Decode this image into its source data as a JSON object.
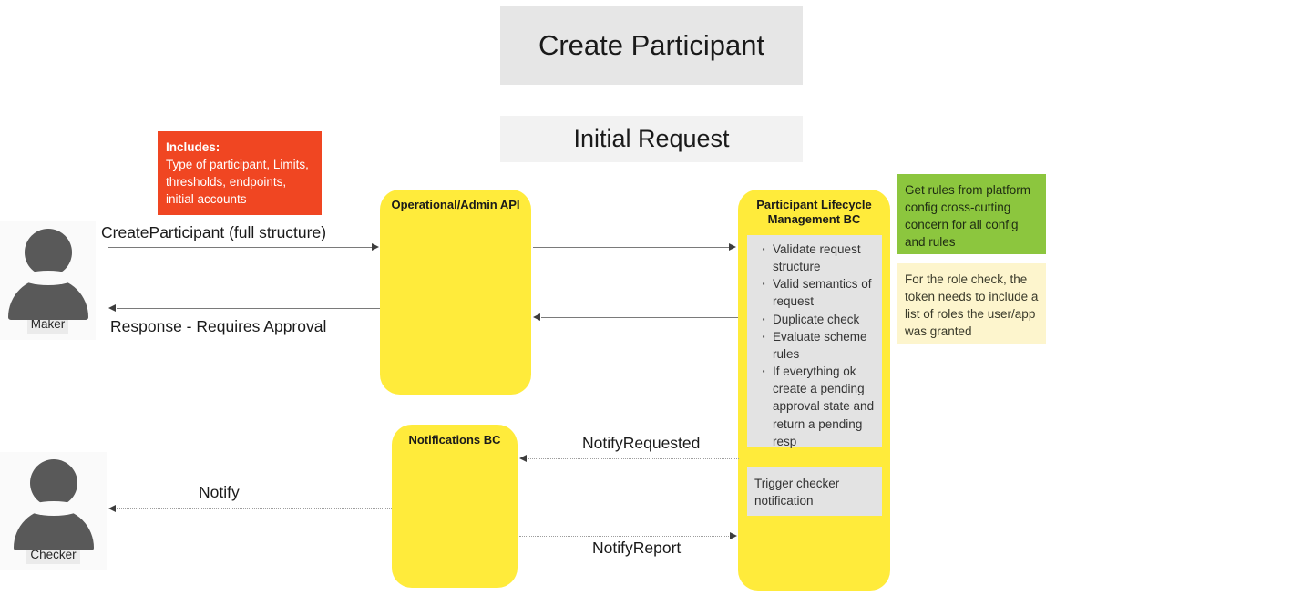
{
  "titles": {
    "main": "Create Participant",
    "sub": "Initial Request"
  },
  "actors": [
    {
      "name": "Maker",
      "icon": "person-icon"
    },
    {
      "name": "Checker",
      "icon": "person-icon"
    }
  ],
  "lifelines": {
    "api": {
      "title": "Operational/Admin API"
    },
    "plm": {
      "title": "Participant Lifecycle Management BC"
    },
    "notifications": {
      "title": "Notifications BC"
    }
  },
  "plm_checklist": [
    "Validate request structure",
    "Valid semantics of request",
    "Duplicate check",
    "Evaluate scheme rules",
    "If everything ok create a pending approval state and return a pending resp"
  ],
  "plm_trigger_note": "Trigger checker notification",
  "notes": {
    "red": {
      "heading": "Includes:",
      "body": "Type of participant, Limits, thresholds, endpoints, initial accounts",
      "color": "#f04622"
    },
    "green": {
      "body": "Get rules from platform config cross-cutting concern for all config and rules",
      "color": "#8cc63e"
    },
    "yellow": {
      "body": "For the role check, the token needs to include a list of roles the user/app was granted",
      "color": "#fdf5cd"
    }
  },
  "connectors": [
    {
      "id": "create-participant",
      "label": "CreateParticipant (full structure)",
      "style": "solid",
      "direction": "right"
    },
    {
      "id": "api-to-plm-request",
      "label": "",
      "style": "solid",
      "direction": "right"
    },
    {
      "id": "plm-to-api-response",
      "label": "",
      "style": "solid",
      "direction": "left"
    },
    {
      "id": "response-requires-approval",
      "label": "Response - Requires Approval",
      "style": "solid",
      "direction": "left"
    },
    {
      "id": "notify-requested",
      "label": "NotifyRequested",
      "style": "dotted",
      "direction": "left"
    },
    {
      "id": "notify",
      "label": "Notify",
      "style": "dotted",
      "direction": "left"
    },
    {
      "id": "notify-report",
      "label": "NotifyReport",
      "style": "dotted",
      "direction": "right"
    }
  ],
  "colors": {
    "lifeline": "#ffeb3b",
    "note_gray": "#e3e3e3",
    "title_main_bg": "#e6e6e6",
    "title_sub_bg": "#f2f2f2",
    "actor_figure": "#595959"
  }
}
